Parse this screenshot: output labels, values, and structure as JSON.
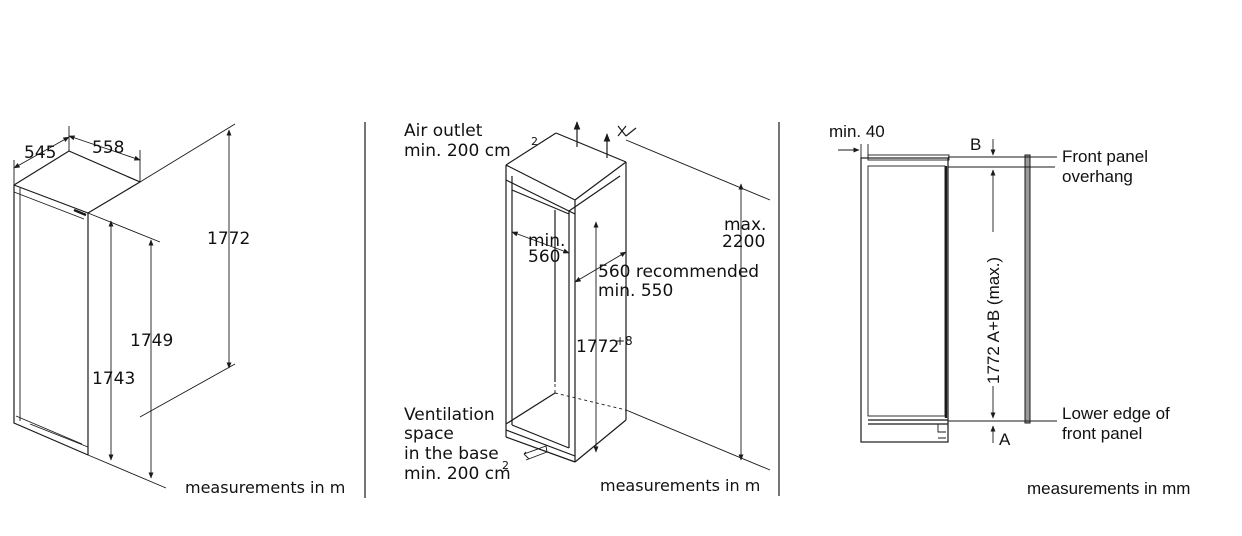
{
  "panel1": {
    "dim_depth": "545",
    "dim_width": "558",
    "dim_height_total": "1772",
    "dim_height_door": "1749",
    "dim_height_body": "1743",
    "measurements_caption": "measurements in m"
  },
  "panel2": {
    "air_outlet_line1": "Air outlet",
    "air_outlet_line2": "min. 200 cm",
    "air_outlet_sup": "2",
    "min_width_line1": "min.",
    "min_width_line2": "560",
    "depth_recommended": "560 recommended",
    "depth_min": "min. 550",
    "max_height_line1": "max.",
    "max_height_line2": "2200",
    "niche_height": "1772",
    "niche_height_tolerance": "+8",
    "vent_line1": "Ventilation",
    "vent_line2": "space",
    "vent_line3": "in the base",
    "vent_line4": "min. 200 cm",
    "vent_sup": "2",
    "measurements_caption": "measurements in m"
  },
  "panel3": {
    "min_gap": "min. 40",
    "label_b": "B",
    "label_a": "A",
    "front_panel_line1": "Front panel",
    "front_panel_line2": "overhang",
    "lower_edge_line1": "Lower edge of",
    "lower_edge_line2": "front panel",
    "vertical_formula": "1772 A+B (max.)",
    "measurements_caption": "measurements in mm"
  }
}
